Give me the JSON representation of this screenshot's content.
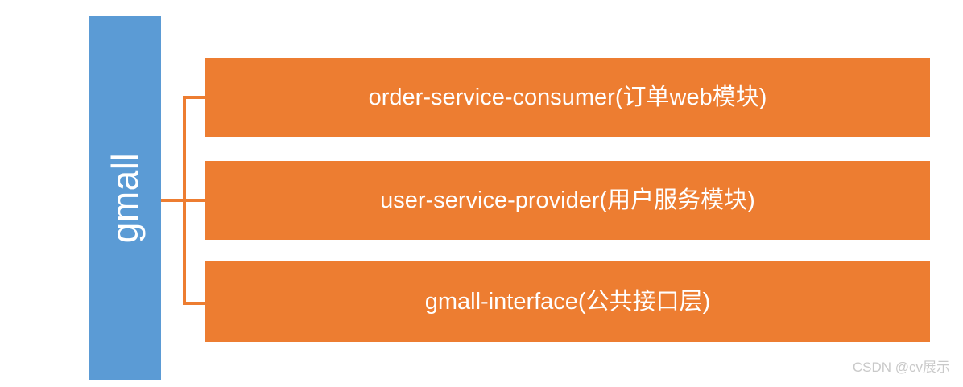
{
  "diagram": {
    "type": "tree",
    "root": {
      "label": "gmall",
      "color": "#5B9BD5",
      "orientation": "vertical-rotated"
    },
    "connector_color": "#ED7D31",
    "modules": [
      {
        "label": "order-service-consumer(订单web模块)",
        "color": "#ED7D31"
      },
      {
        "label": "user-service-provider(用户服务模块)",
        "color": "#ED7D31"
      },
      {
        "label": "gmall-interface(公共接口层)",
        "color": "#ED7D31"
      }
    ]
  },
  "watermark": {
    "text": "CSDN @cv展示",
    "color": "#c9c9c9"
  }
}
